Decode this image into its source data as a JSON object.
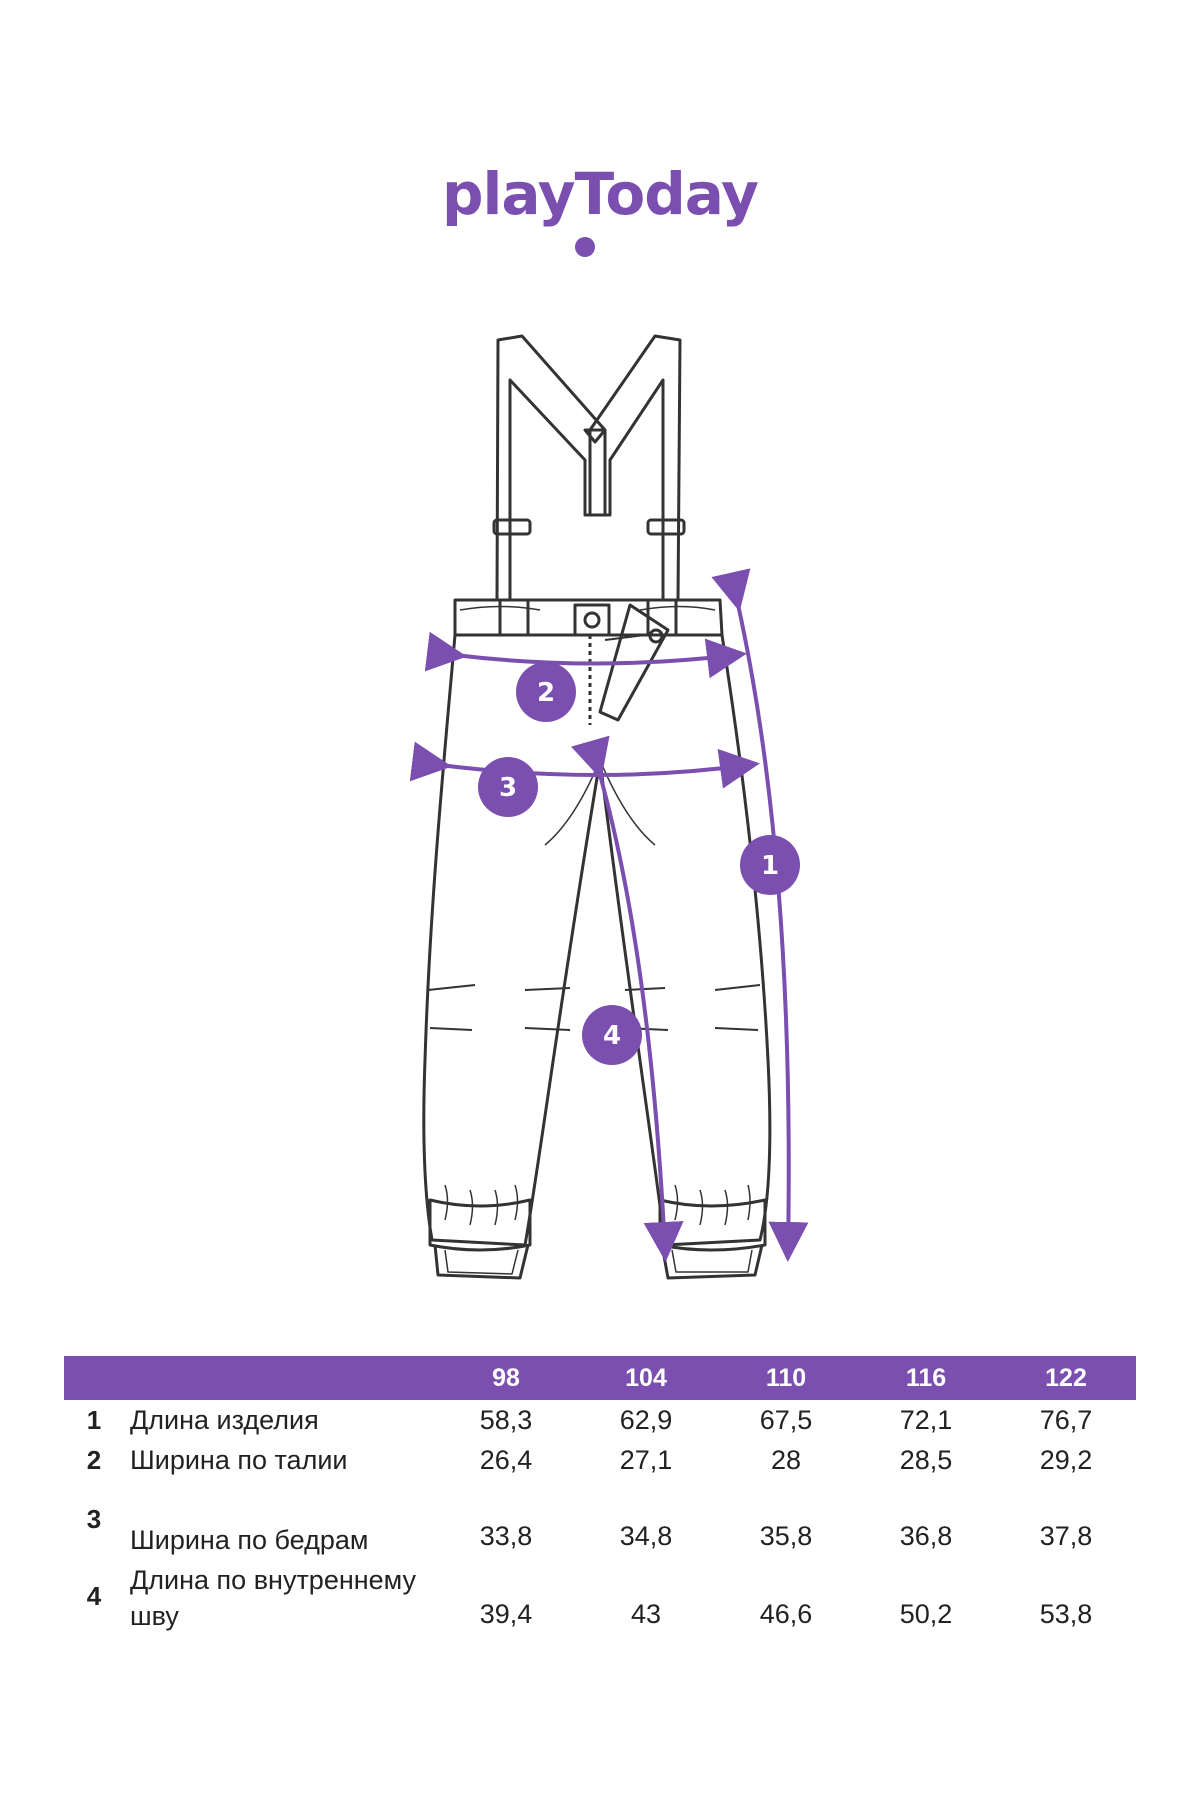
{
  "brand": {
    "logo_text": "playToday",
    "color": "#7a4fb0"
  },
  "measure_badges": [
    "1",
    "2",
    "3",
    "4"
  ],
  "table": {
    "header_color": "#7a4fb0",
    "sizes": [
      "98",
      "104",
      "110",
      "116",
      "122"
    ],
    "rows": [
      {
        "num": "1",
        "label": "Длина изделия",
        "values": [
          "58,3",
          "62,9",
          "67,5",
          "72,1",
          "76,7"
        ]
      },
      {
        "num": "2",
        "label": "Ширина по талии",
        "values": [
          "26,4",
          "27,1",
          "28",
          "28,5",
          "29,2"
        ]
      },
      {
        "num": "3",
        "label": "Ширина по бедрам",
        "values": [
          "33,8",
          "34,8",
          "35,8",
          "36,8",
          "37,8"
        ]
      },
      {
        "num": "4",
        "label": "Длина по внутреннему шву",
        "values": [
          "39,4",
          "43",
          "46,6",
          "50,2",
          "53,8"
        ]
      }
    ]
  }
}
